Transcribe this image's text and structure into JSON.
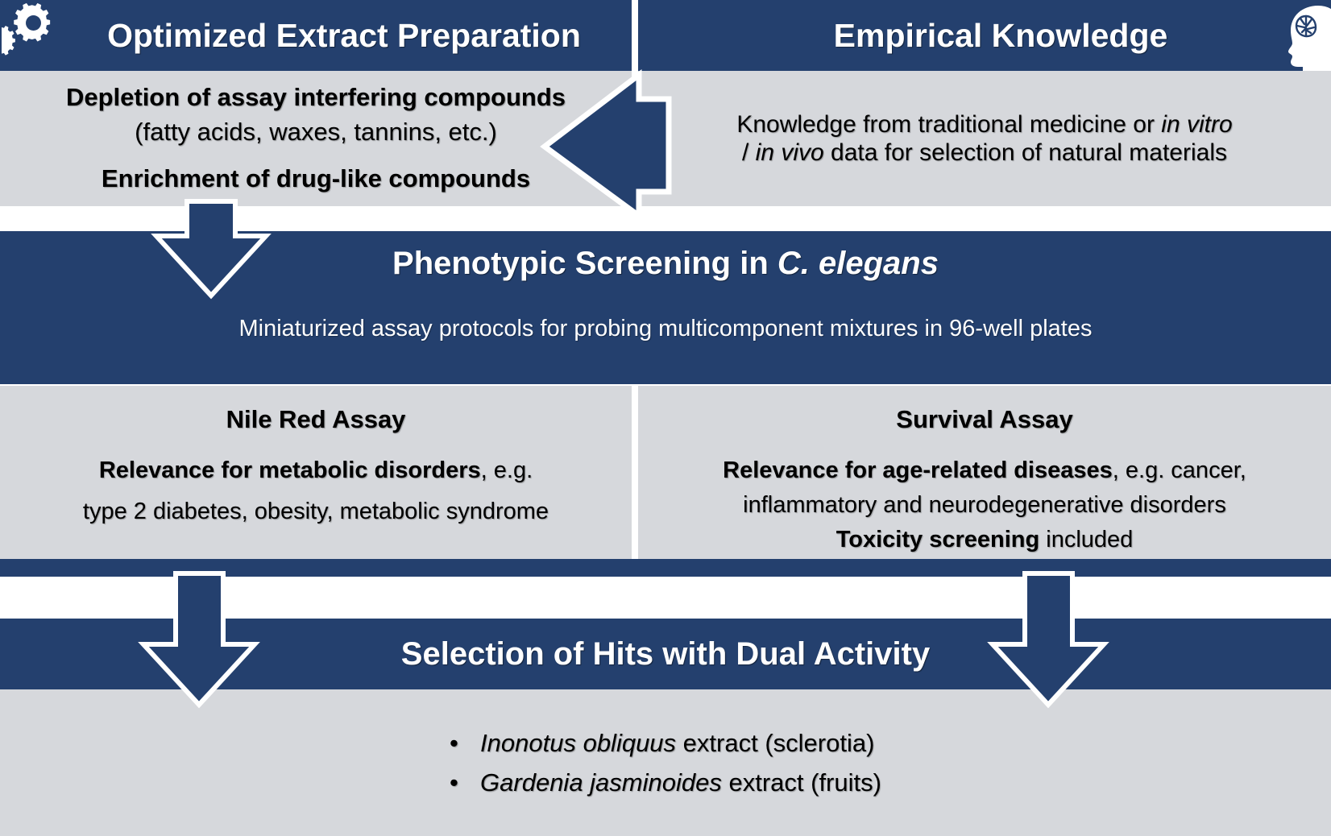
{
  "colors": {
    "navy": "#24406e",
    "panel_gray": "#d6d8dc",
    "white": "#ffffff",
    "text_dark": "#000000"
  },
  "extract_panel": {
    "icon": "gears-icon",
    "title": "Optimized Extract Preparation",
    "line1_bold": "Depletion of assay interfering compounds",
    "line2": "(fatty acids, waxes, tannins, etc.)",
    "line3_bold": "Enrichment of drug-like compounds"
  },
  "empirical_panel": {
    "icon": "head-brain-icon",
    "title": "Empirical Knowledge",
    "body_prefix": "Knowledge from traditional medicine or ",
    "body_italic1": "in vitro",
    "body_mid": " / ",
    "body_italic2": "in vivo",
    "body_suffix": " data for selection of natural materials"
  },
  "screening_panel": {
    "icon": "worm-icon",
    "title_prefix": "Phenotypic Screening in ",
    "title_italic": "C. elegans",
    "subtitle": "Miniaturized assay protocols for probing multicomponent mixtures in 96-well plates"
  },
  "assays": [
    {
      "name": "Nile Red Assay",
      "relevance_bold": "Relevance for metabolic disorders",
      "relevance_rest": ", e.g.",
      "detail": "type 2 diabetes, obesity, metabolic syndrome",
      "extra_bold": "",
      "extra_rest": ""
    },
    {
      "name": "Survival Assay",
      "relevance_bold": "Relevance for age-related diseases",
      "relevance_rest": ", e.g. cancer,",
      "detail": "inflammatory and neurodegenerative disorders",
      "extra_bold": "Toxicity screening",
      "extra_rest": " included"
    }
  ],
  "hits_panel": {
    "title": "Selection of Hits with Dual Activity",
    "items": [
      {
        "species": "Inonotus obliquus",
        "rest": " extract (sclerotia)"
      },
      {
        "species": "Gardenia jasminoides",
        "rest": " extract (fruits)"
      }
    ]
  },
  "arrows": [
    {
      "name": "arrow-empirical-to-extract",
      "direction": "left"
    },
    {
      "name": "arrow-extract-to-screening",
      "direction": "down"
    },
    {
      "name": "arrow-nile-to-hits",
      "direction": "down"
    },
    {
      "name": "arrow-survival-to-hits",
      "direction": "down"
    }
  ]
}
